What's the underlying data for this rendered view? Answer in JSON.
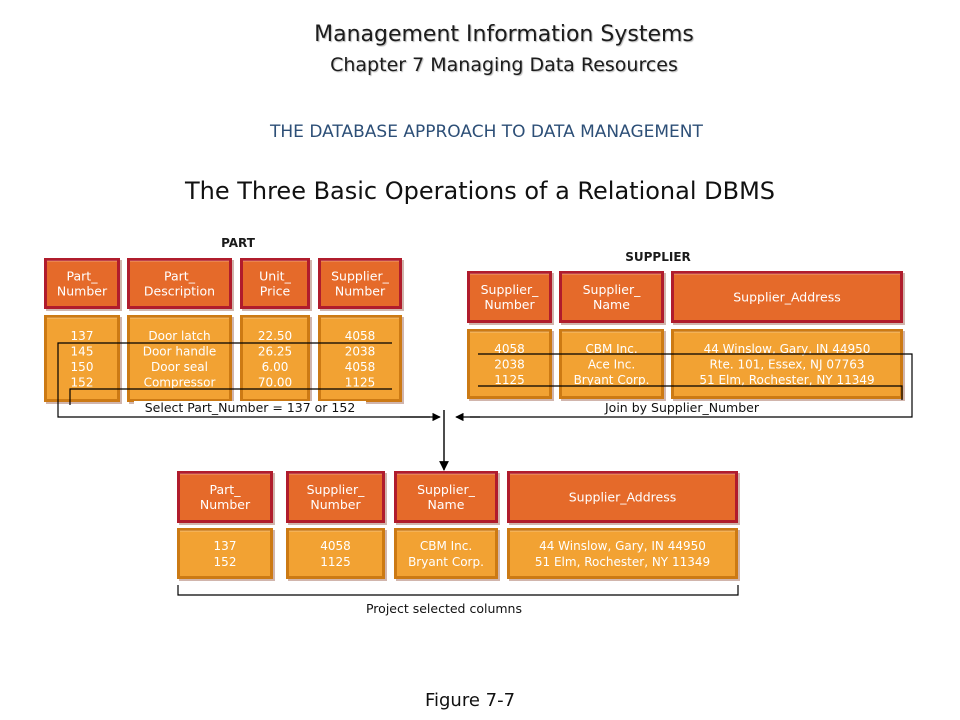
{
  "header": {
    "course": "Management Information Systems",
    "chapter": "Chapter 7 Managing Data Resources",
    "section": "THE DATABASE APPROACH TO DATA MANAGEMENT",
    "title": "The Three Basic Operations of a Relational DBMS"
  },
  "caption": "Figure 7-7",
  "colors": {
    "header_cell": "#e56a2a",
    "header_border": "#b01c2c",
    "data_cell": "#f2a233",
    "data_border": "#cc7a14"
  },
  "tables": {
    "part": {
      "name": "PART",
      "columns": [
        {
          "header": [
            "Part_",
            "Number"
          ],
          "values": [
            "137",
            "145",
            "150",
            "152"
          ]
        },
        {
          "header": [
            "Part_",
            "Description"
          ],
          "values": [
            "Door latch",
            "Door handle",
            "Door seal",
            "Compressor"
          ]
        },
        {
          "header": [
            "Unit_",
            "Price"
          ],
          "values": [
            "22.50",
            "26.25",
            "6.00",
            "70.00"
          ]
        },
        {
          "header": [
            "Supplier_",
            "Number"
          ],
          "values": [
            "4058",
            "2038",
            "4058",
            "1125"
          ]
        }
      ]
    },
    "supplier": {
      "name": "SUPPLIER",
      "columns": [
        {
          "header": [
            "Supplier_",
            "Number"
          ],
          "values": [
            "4058",
            "2038",
            "1125"
          ]
        },
        {
          "header": [
            "Supplier_",
            "Name"
          ],
          "values": [
            "CBM Inc.",
            "Ace Inc.",
            "Bryant Corp."
          ]
        },
        {
          "header": [
            "Supplier_Address"
          ],
          "values": [
            "44 Winslow, Gary, IN 44950",
            "Rte. 101, Essex, NJ 07763",
            "51 Elm, Rochester, NY 11349"
          ]
        }
      ]
    },
    "result": {
      "columns": [
        {
          "header": [
            "Part_",
            "Number"
          ],
          "values": [
            "137",
            "152"
          ]
        },
        {
          "header": [
            "Supplier_",
            "Number"
          ],
          "values": [
            "4058",
            "1125"
          ]
        },
        {
          "header": [
            "Supplier_",
            "Name"
          ],
          "values": [
            "CBM Inc.",
            "Bryant Corp."
          ]
        },
        {
          "header": [
            "Supplier_Address"
          ],
          "values": [
            "44 Winslow, Gary, IN 44950",
            "51 Elm, Rochester, NY 11349"
          ]
        }
      ]
    }
  },
  "operations": {
    "select": "Select Part_Number = 137 or 152",
    "join": "Join by Supplier_Number",
    "project": "Project selected columns"
  }
}
